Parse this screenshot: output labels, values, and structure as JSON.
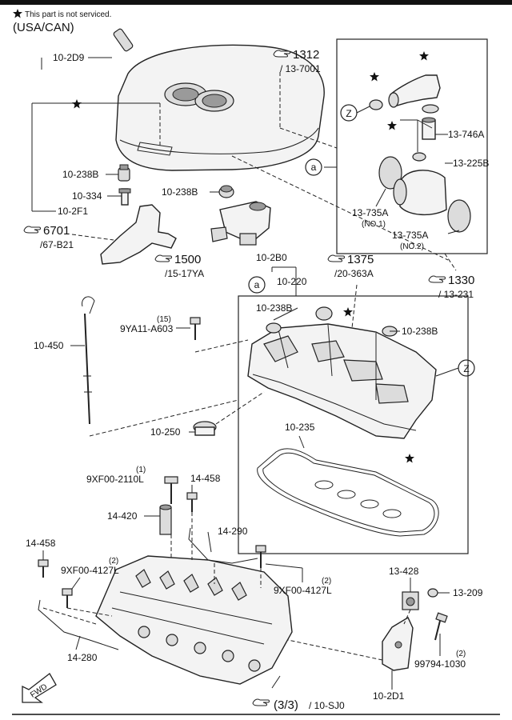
{
  "header": {
    "note": "This part is not serviced.",
    "region": "(USA/CAN)"
  },
  "refs": {
    "r1312": "1312",
    "r1312_sub": "/ 13-7001",
    "r6701": "6701",
    "r6701_sub": "/67-B21",
    "r1500": "1500",
    "r1500_sub": "/15-17YA",
    "r1375": "1375",
    "r1375_sub": "/20-363A",
    "r1330": "1330",
    "r1330_sub": "/ 13-231",
    "r33": "(3/3)",
    "r33_sub": "/ 10-SJ0"
  },
  "callouts": {
    "a": "a",
    "z": "Z"
  },
  "labels": {
    "p10_2D9": "10-2D9",
    "p10_238B_a": "10-238B",
    "p10_334": "10-334",
    "p10_2F1": "10-2F1",
    "p10_238B_b": "10-238B",
    "p10_2B0": "10-2B0",
    "p10_220": "10-220",
    "p10_238B_c": "10-238B",
    "p10_238B_d": "10-238B",
    "p15": "(15)",
    "p9YA11": "9YA11-A603",
    "p10_450": "10-450",
    "p10_250": "10-250",
    "p10_235": "10-235",
    "p1": "(1)",
    "p9XF00_2110L": "9XF00-2110L",
    "p14_458_a": "14-458",
    "p14_420": "14-420",
    "p14_290": "14-290",
    "p14_458_b": "14-458",
    "p2_a": "(2)",
    "p9XF00_4127L_a": "9XF00-4127L",
    "p2_b": "(2)",
    "p9XF00_4127L_b": "9XF00-4127L",
    "p14_280": "14-280",
    "p13_428": "13-428",
    "p13_209": "13-209",
    "p2_c": "(2)",
    "p99794": "99794-1030",
    "p10_2D1": "10-2D1",
    "p13_746A": "13-746A",
    "p13_225B": "13-225B",
    "p13_735A_1": "13-735A",
    "no1": "(NO.1)",
    "p13_735A_2": "13-735A",
    "no2": "(NO.2)"
  },
  "fwd": "FWD",
  "icons": [
    "star-icon",
    "reference-hand-icon",
    "callout-circle-icon",
    "fwd-arrow-icon"
  ]
}
